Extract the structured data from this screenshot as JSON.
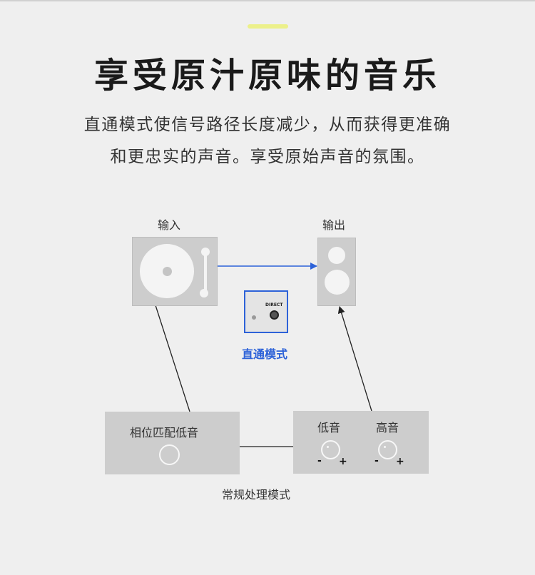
{
  "title": "享受原汁原味的音乐",
  "description": {
    "line1": "直通模式使信号路径长度减少，从而获得更准确",
    "line2": "和更忠实的声音。享受原始声音的氛围。"
  },
  "diagram": {
    "input_label": "输入",
    "output_label": "输出",
    "direct_button_text": "DIRECT",
    "direct_mode_label": "直通模式",
    "phase_box_label": "相位匹配低音",
    "bass_label": "低音",
    "treble_label": "高音",
    "minus": "-",
    "plus": "+",
    "normal_mode_label": "常规处理模式"
  },
  "colors": {
    "accent_blue": "#2d62d8",
    "highlight_yellow": "#ecf08a",
    "box_gray": "#cdcdcd",
    "background": "#efefef"
  }
}
